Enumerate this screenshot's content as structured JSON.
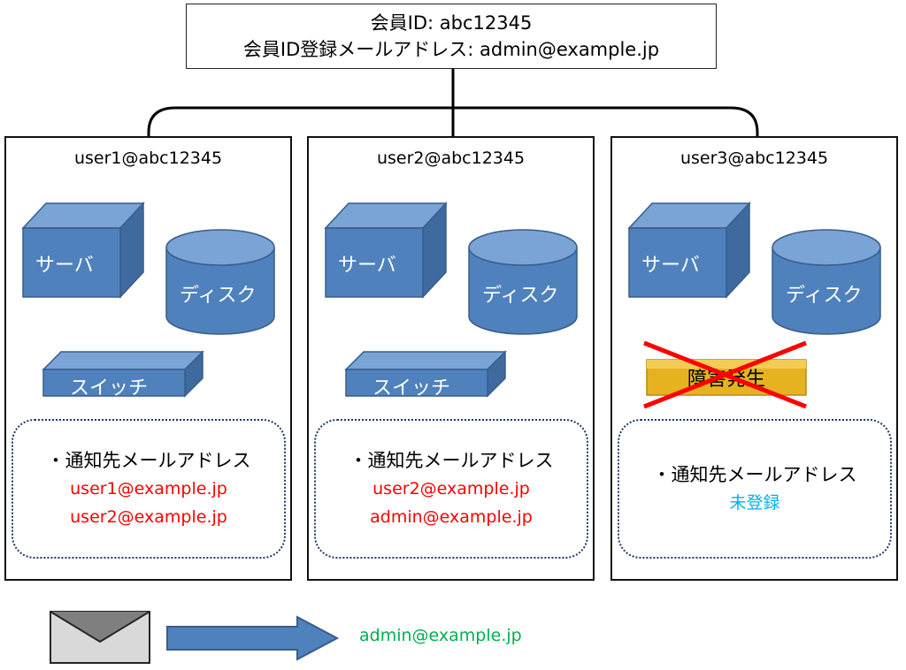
{
  "account": {
    "line1": "会員ID: abc12345",
    "line2": "会員ID登録メールアドレス: admin@example.jp"
  },
  "labels": {
    "server": "サーバ",
    "disk": "ディスク",
    "switch": "スイッチ",
    "fault": "障害発生",
    "notify_heading": "・通知先メールアドレス"
  },
  "users": [
    {
      "name": "user1@abc12345",
      "emails": [
        "user1@example.jp",
        "user2@example.jp"
      ]
    },
    {
      "name": "user2@abc12345",
      "emails": [
        "user2@example.jp",
        "admin@example.jp"
      ]
    },
    {
      "name": "user3@abc12345",
      "unregistered": "未登録"
    }
  ],
  "delivery": {
    "recipient": "admin@example.jp"
  },
  "colors": {
    "shape_fill": "#4f81bd",
    "shape_dark": "#385d8a",
    "fault_fill": "#e6b220",
    "cross": "#ff0000",
    "email_red": "#ff0000",
    "unregistered_blue": "#00b0f0",
    "recipient_green": "#00b050"
  }
}
